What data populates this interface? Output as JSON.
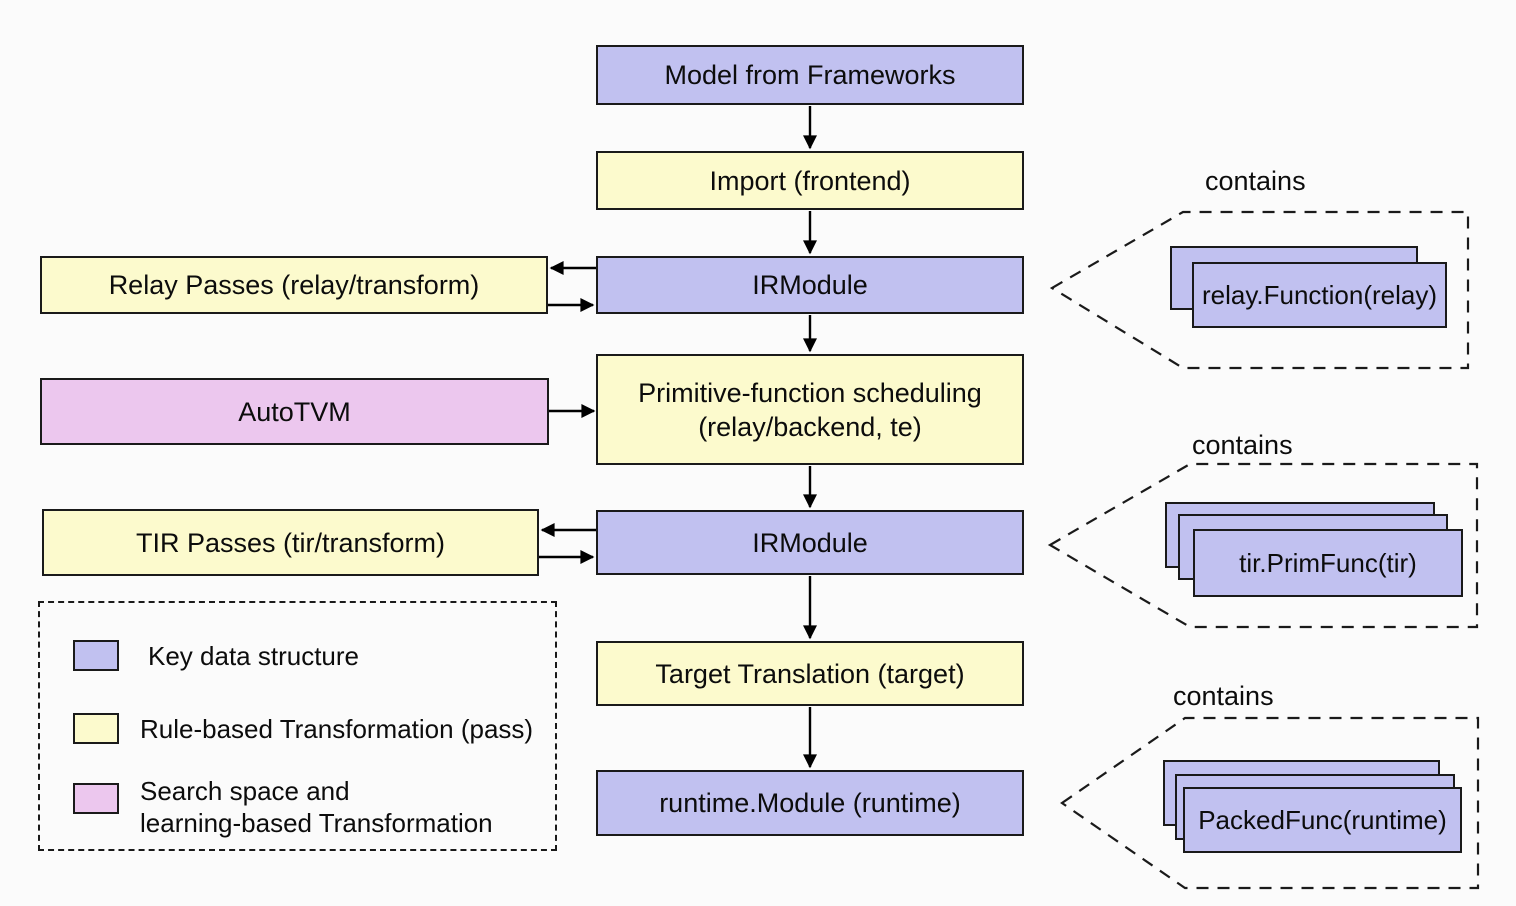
{
  "nodes": {
    "model": {
      "label": "Model from Frameworks"
    },
    "import_fe": {
      "label": "Import (frontend)"
    },
    "irmodule1": {
      "label": "IRModule"
    },
    "sched": {
      "line1": "Primitive-function scheduling",
      "line2": "(relay/backend, te)"
    },
    "irmodule2": {
      "label": "IRModule"
    },
    "target": {
      "label": "Target Translation (target)"
    },
    "runtime": {
      "label": "runtime.Module (runtime)"
    },
    "relay_passes": {
      "label": "Relay Passes (relay/transform)"
    },
    "autotvm": {
      "label": "AutoTVM"
    },
    "tir_passes": {
      "label": "TIR Passes (tir/transform)"
    }
  },
  "callouts": {
    "relay": {
      "title": "contains",
      "box": "relay.Function(relay)"
    },
    "tir": {
      "title": "contains",
      "box": "tir.PrimFunc(tir)"
    },
    "packed": {
      "title": "contains",
      "box": "PackedFunc(runtime)"
    }
  },
  "legend": {
    "key_data": "Key data structure",
    "rule_based": "Rule-based Transformation (pass)",
    "search_line1": "Search space and",
    "search_line2": "learning-based Transformation"
  },
  "colors": {
    "key_data_structure": "#c1c1f0",
    "rule_based_transformation": "#fcfacd",
    "search_learning_transformation": "#ecc7ee",
    "border": "#1a1a1a",
    "background": "#fbfbfb"
  }
}
